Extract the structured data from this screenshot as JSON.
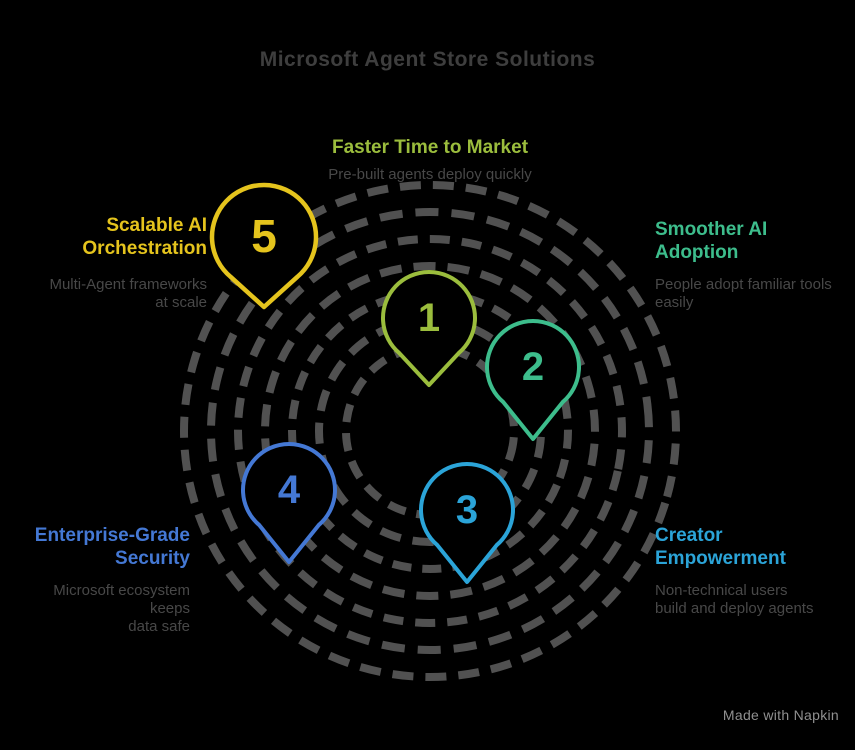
{
  "title": "Microsoft Agent Store Solutions",
  "watermark": "Made with Napkin",
  "colors": {
    "background": "#000000",
    "title_text": "#3e3e3e",
    "desc_text": "#484848",
    "ring": "#515151",
    "yellow": "#e5c41d",
    "olive": "#9bbd3d",
    "green": "#3dbd8c",
    "blue": "#4478d4",
    "cyan": "#2ba4d8",
    "watermark_text": "#909090"
  },
  "steps": {
    "faster": {
      "num": "1",
      "label": "Faster Time to Market",
      "desc1": "Pre-built agents deploy quickly",
      "desc2": ""
    },
    "smoother": {
      "num": "2",
      "label": "Smoother AI Adoption",
      "desc1": "People adopt familiar tools",
      "desc2": "easily"
    },
    "creator": {
      "num": "3",
      "label": "Creator Empowerment",
      "desc1": "Non-technical users",
      "desc2": "build and deploy agents"
    },
    "enterprise": {
      "num": "4",
      "label": "Enterprise-Grade Security",
      "desc1": "Microsoft ecosystem keeps",
      "desc2": "data safe"
    },
    "scalable": {
      "num": "5",
      "label": "Scalable AI Orchestration",
      "desc1": "Multi-Agent frameworks",
      "desc2": "at scale"
    }
  }
}
